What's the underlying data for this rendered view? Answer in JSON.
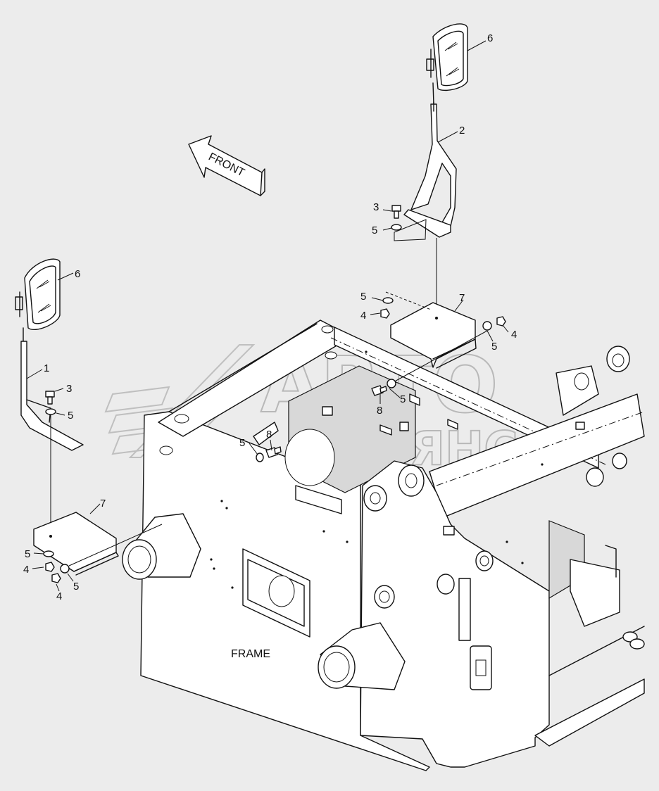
{
  "labels": {
    "front": "FRONT",
    "frame": "FRAME"
  },
  "watermark": {
    "line1": "АВТО",
    "line2": "АЛЬЯНС"
  },
  "callouts": {
    "c1": "1",
    "c2": "2",
    "c3a": "3",
    "c3b": "3",
    "c4a": "4",
    "c4b": "4",
    "c4c": "4",
    "c5a": "5",
    "c5b": "5",
    "c5c": "5",
    "c5d": "5",
    "c5e": "5",
    "c5f": "5",
    "c5g": "5",
    "c5h": "5",
    "c6a": "6",
    "c6b": "6",
    "c7a": "7",
    "c7b": "7",
    "c8a": "8",
    "c8b": "8"
  }
}
